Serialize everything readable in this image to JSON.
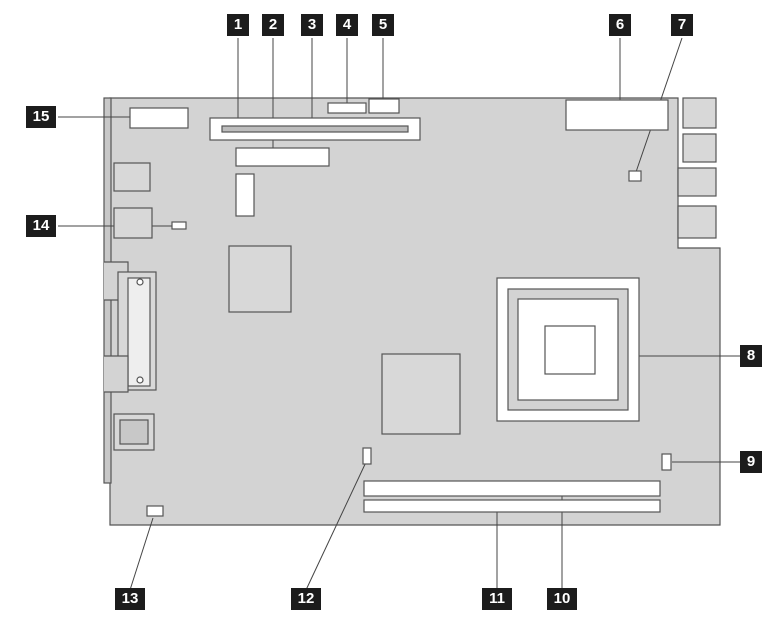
{
  "diagram": {
    "colors": {
      "board": "#d3d3d3",
      "outline": "#555555",
      "component": "#ffffff",
      "label_bg": "#1c1c1c",
      "label_text": "#ffffff"
    },
    "callouts": [
      "1",
      "2",
      "3",
      "4",
      "5",
      "6",
      "7",
      "8",
      "9",
      "10",
      "11",
      "12",
      "13",
      "14",
      "15"
    ]
  }
}
